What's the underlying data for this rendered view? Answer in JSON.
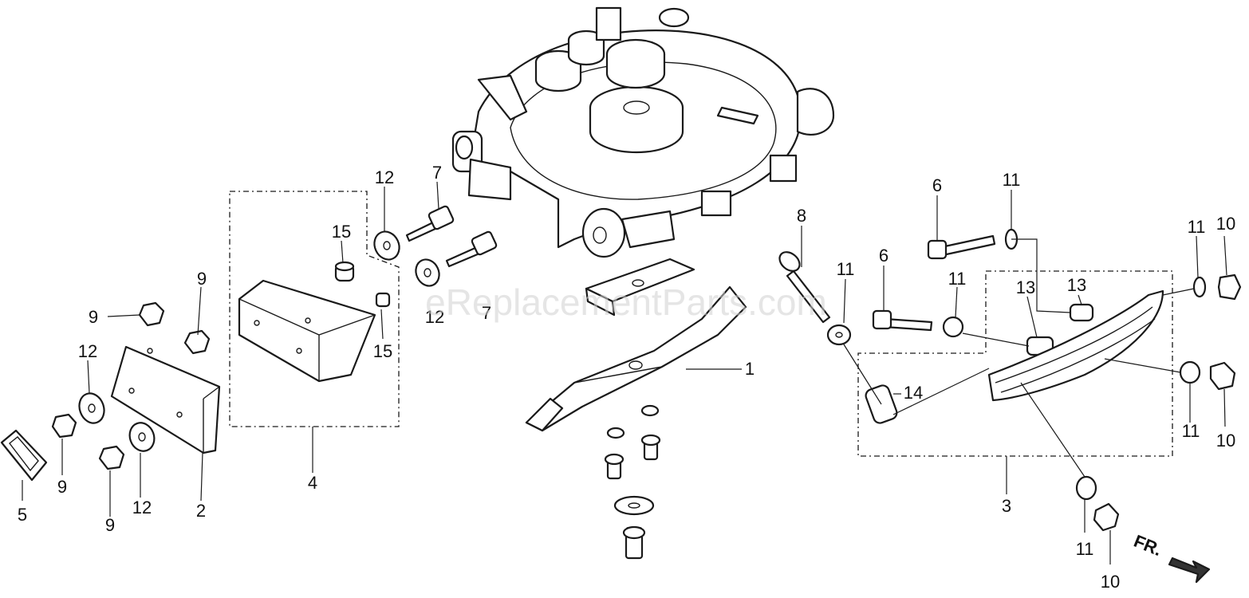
{
  "watermark": "eReplacementParts.com",
  "direction_label": "FR.",
  "callouts": {
    "c12_top": "12",
    "c7": "7",
    "c15_top": "15",
    "c12_mid": "12",
    "c7_mid": "7",
    "c15_bot": "15",
    "c9_a": "9",
    "c9_b": "9",
    "c12_left": "12",
    "c9_c": "9",
    "c9_d": "9",
    "c12_low": "12",
    "c5": "5",
    "c2": "2",
    "c4": "4",
    "c1": "1",
    "c8": "8",
    "c6_top": "6",
    "c11_top": "11",
    "c6_mid": "6",
    "c11_a": "11",
    "c11_b": "11",
    "c13_a": "13",
    "c13_b": "13",
    "c14": "14",
    "c11_r1": "11",
    "c10_r1": "10",
    "c11_r2": "11",
    "c10_r2": "10",
    "c3": "3",
    "c11_bot": "11",
    "c10_bot": "10"
  }
}
